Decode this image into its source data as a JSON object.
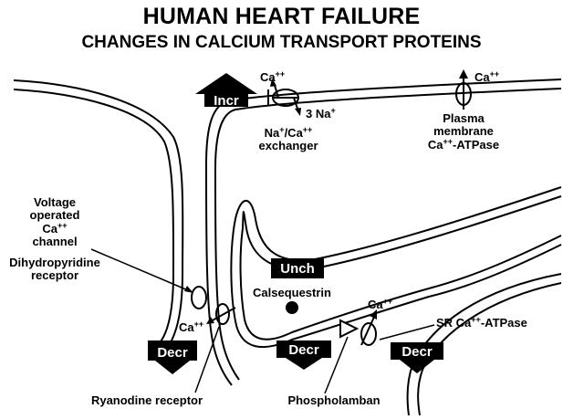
{
  "title": "HUMAN HEART FAILURE",
  "subtitle": "CHANGES IN CALCIUM TRANSPORT PROTEINS",
  "badges": {
    "incr": "Incr",
    "unch": "Unch",
    "decr_ryanodine": "Decr",
    "decr_phospholamban": "Decr",
    "decr_serca": "Decr"
  },
  "labels": {
    "ca": "Ca",
    "ca_charge": "++",
    "na3": "3 Na",
    "na_charge": "+",
    "exchanger_line1_a": "Na",
    "exchanger_line1_sup1": "+",
    "exchanger_line1_b": "/Ca",
    "exchanger_line1_sup2": "++",
    "exchanger_line2": "exchanger",
    "pmca_line1": "Plasma",
    "pmca_line2": "membrane",
    "pmca_line3_a": "Ca",
    "pmca_line3_sup": "++",
    "pmca_line3_b": "-ATPase",
    "voltage_line1": "Voltage",
    "voltage_line2": "operated",
    "voltage_line3_a": "Ca",
    "voltage_line3_sup": "++",
    "voltage_line4": "channel",
    "dhp_line1": "Dihydropyridine",
    "dhp_line2": "receptor",
    "calsequestrin": "Calsequestrin",
    "serca_a": "SR  Ca",
    "serca_sup": "++",
    "serca_b": "-ATPase",
    "ryanodine": "Ryanodine receptor",
    "phospholamban": "Phospholamban"
  }
}
